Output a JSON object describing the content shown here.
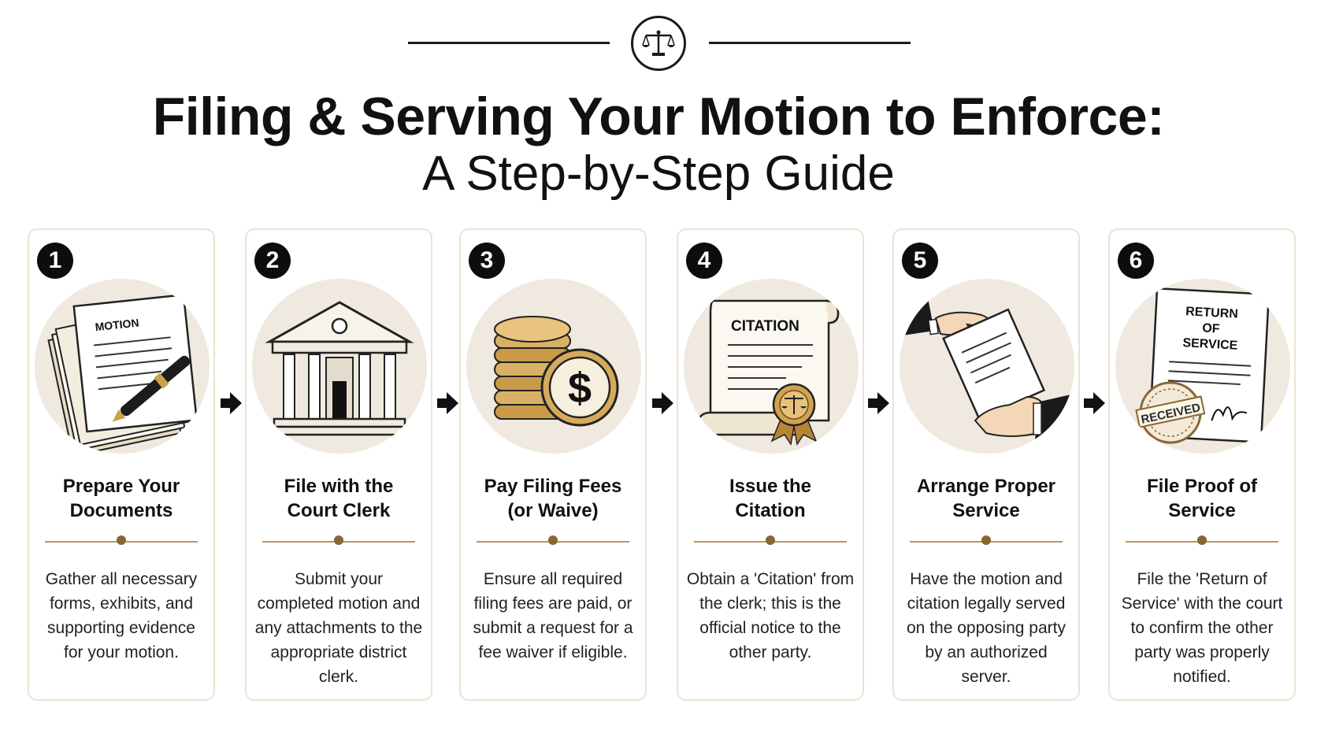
{
  "header": {
    "title": "Filing & Serving Your Motion to Enforce:",
    "subtitle": "A Step-by-Step Guide",
    "emblem_icon": "scales-of-justice-icon"
  },
  "colors": {
    "accent": "#b99565",
    "dot": "#8a6632",
    "badge": "#0d0d0d",
    "illustration_bg": "#efe9df",
    "card_border": "#ece3d2"
  },
  "steps": [
    {
      "number": "1",
      "title_line1": "Prepare Your",
      "title_line2": "Documents",
      "description": "Gather all necessary forms, exhibits, and supporting evidence for your motion.",
      "illustration": "motion-documents-pen-icon",
      "doc_label": "MOTION"
    },
    {
      "number": "2",
      "title_line1": "File with the",
      "title_line2": "Court Clerk",
      "description": "Submit your completed motion and any attachments to the appropriate district clerk.",
      "illustration": "courthouse-icon"
    },
    {
      "number": "3",
      "title_line1": "Pay Filing Fees",
      "title_line2": "(or Waive)",
      "description": "Ensure all required filing fees are paid, or submit a request for a fee waiver if eligible.",
      "illustration": "coins-dollar-icon",
      "coin_symbol": "$"
    },
    {
      "number": "4",
      "title_line1": "Issue the",
      "title_line2": "Citation",
      "description": "Obtain a 'Citation' from the clerk; this is the official notice to the other party.",
      "illustration": "citation-scroll-seal-icon",
      "doc_label": "CITATION"
    },
    {
      "number": "5",
      "title_line1": "Arrange Proper",
      "title_line2": "Service",
      "description": "Have the motion and citation legally served on the opposing party by an authorized server.",
      "illustration": "hands-passing-document-icon"
    },
    {
      "number": "6",
      "title_line1": "File Proof of",
      "title_line2": "Service",
      "description": "File the 'Return of Service' with the court to confirm the other party was properly notified.",
      "illustration": "return-of-service-stamp-icon",
      "doc_label_line1": "RETURN",
      "doc_label_line2": "OF",
      "doc_label_line3": "SERVICE",
      "stamp_label": "RECEIVED"
    }
  ]
}
